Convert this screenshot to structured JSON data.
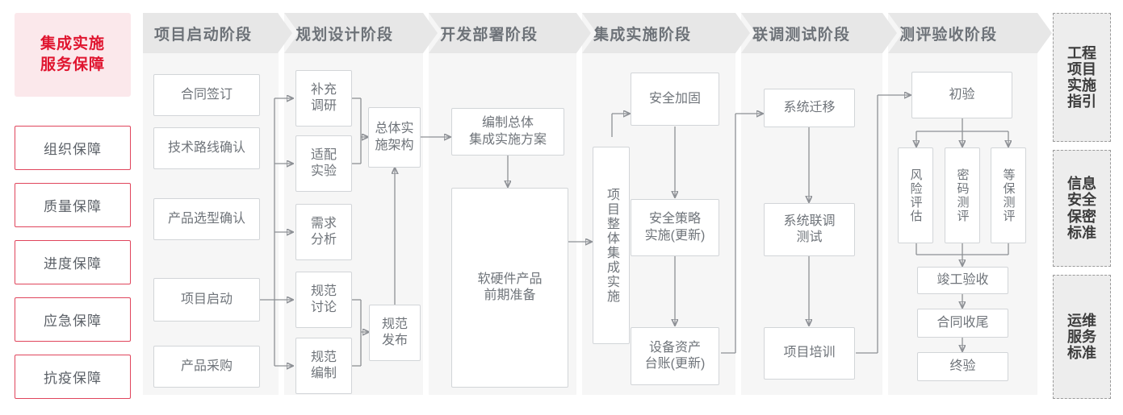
{
  "meta": {
    "accent_red": "#e0152f",
    "accent_pink_bg": "#fbe8eb",
    "border_red": "#e0455c",
    "header_gray": "#e7e7e7",
    "column_bg": "#f6f6f6",
    "node_border": "#d2d5d8",
    "text_gray": "#6f747a",
    "wire_gray": "#8d9095"
  },
  "left_panel": {
    "title": "集成实施\n服务保障",
    "items": [
      {
        "label": "组织保障"
      },
      {
        "label": "质量保障"
      },
      {
        "label": "进度保障"
      },
      {
        "label": "应急保障"
      },
      {
        "label": "抗疫保障"
      }
    ]
  },
  "phases": [
    {
      "id": "phase-project-start",
      "header": "项目启动阶段",
      "nodes": [
        {
          "id": "contract-signing",
          "label": "合同签订"
        },
        {
          "id": "tech-route-confirm",
          "label": "技术路线确认"
        },
        {
          "id": "product-selection-confirm",
          "label": "产品选型确认"
        },
        {
          "id": "project-kickoff",
          "label": "项目启动"
        },
        {
          "id": "product-procurement",
          "label": "产品采购"
        }
      ]
    },
    {
      "id": "phase-planning-design",
      "header": "规划设计阶段",
      "nodes": [
        {
          "id": "supplementary-research",
          "label": "补充\n调研"
        },
        {
          "id": "adaptation-experiment",
          "label": "适配\n实验"
        },
        {
          "id": "requirement-analysis",
          "label": "需求\n分析"
        },
        {
          "id": "spec-discussion",
          "label": "规范\n讨论"
        },
        {
          "id": "spec-drafting",
          "label": "规范\n编制"
        },
        {
          "id": "overall-implementation-architecture",
          "label": "总体实\n施架构"
        },
        {
          "id": "spec-release",
          "label": "规范\n发布"
        }
      ]
    },
    {
      "id": "phase-dev-deploy",
      "header": "开发部署阶段",
      "nodes": [
        {
          "id": "compile-overall-integration-plan",
          "label": "编制总体\n集成实施方案"
        },
        {
          "id": "hw-sw-preparation",
          "label": "软硬件产品\n前期准备"
        }
      ]
    },
    {
      "id": "phase-integration",
      "header": "集成实施阶段",
      "nodes": [
        {
          "id": "overall-project-integration",
          "label": "项目整体集成实施"
        },
        {
          "id": "security-hardening",
          "label": "安全加固"
        },
        {
          "id": "security-policy-implementation",
          "label": "安全策略\n实施(更新)"
        },
        {
          "id": "device-asset-ledger",
          "label": "设备资产\n台账(更新)"
        }
      ]
    },
    {
      "id": "phase-joint-test",
      "header": "联调测试阶段",
      "nodes": [
        {
          "id": "system-migration",
          "label": "系统迁移"
        },
        {
          "id": "system-joint-test",
          "label": "系统联调\n测试"
        },
        {
          "id": "project-training",
          "label": "项目培训"
        }
      ]
    },
    {
      "id": "phase-evaluation-acceptance",
      "header": "测评验收阶段",
      "nodes": [
        {
          "id": "preliminary-acceptance",
          "label": "初验"
        },
        {
          "id": "risk-assessment",
          "label": "风险评估"
        },
        {
          "id": "crypto-evaluation",
          "label": "密码测评"
        },
        {
          "id": "mlps-evaluation",
          "label": "等保测评"
        },
        {
          "id": "completion-acceptance",
          "label": "竣工验收"
        },
        {
          "id": "contract-closeout",
          "label": "合同收尾"
        },
        {
          "id": "final-acceptance",
          "label": "终验"
        }
      ]
    }
  ],
  "standards": [
    {
      "id": "engineering-project-guide",
      "label": "工程项目实施指引"
    },
    {
      "id": "infosec-confidentiality-standard",
      "label": "信息安全保密标准"
    },
    {
      "id": "om-service-standard",
      "label": "运维服务标准"
    }
  ]
}
